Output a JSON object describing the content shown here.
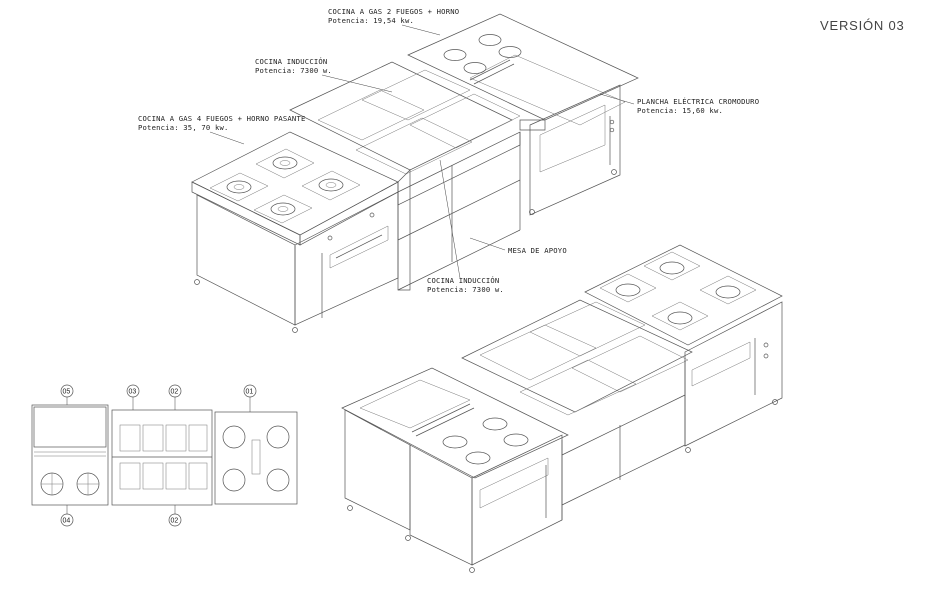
{
  "version": "VERSIÓN 03",
  "labels": {
    "gas2": {
      "line1": "COCINA A GAS 2 FUEGOS + HORNO",
      "line2": "Potencia: 19,54 kw."
    },
    "induction_top": {
      "line1": "COCINA INDUCCIÓN",
      "line2": "Potencia: 7300 w."
    },
    "gas4": {
      "line1": "COCINA A GAS 4 FUEGOS + HORNO PASANTE",
      "line2": "Potencia: 35, 70 kw."
    },
    "plancha": {
      "line1": "PLANCHA ELÉCTRICA CROMODURO",
      "line2": "Potencia: 15,60 kw."
    },
    "mesa": {
      "line1": "MESA DE APOYO"
    },
    "induction_bottom": {
      "line1": "COCINA INDUCCIÓN",
      "line2": "Potencia: 7300 w."
    }
  },
  "plan_numbers": {
    "n05": "05",
    "n03": "03",
    "n02a": "02",
    "n01": "01",
    "n04": "04",
    "n02b": "02"
  },
  "colors": {
    "line": "#555555",
    "text": "#222222"
  }
}
